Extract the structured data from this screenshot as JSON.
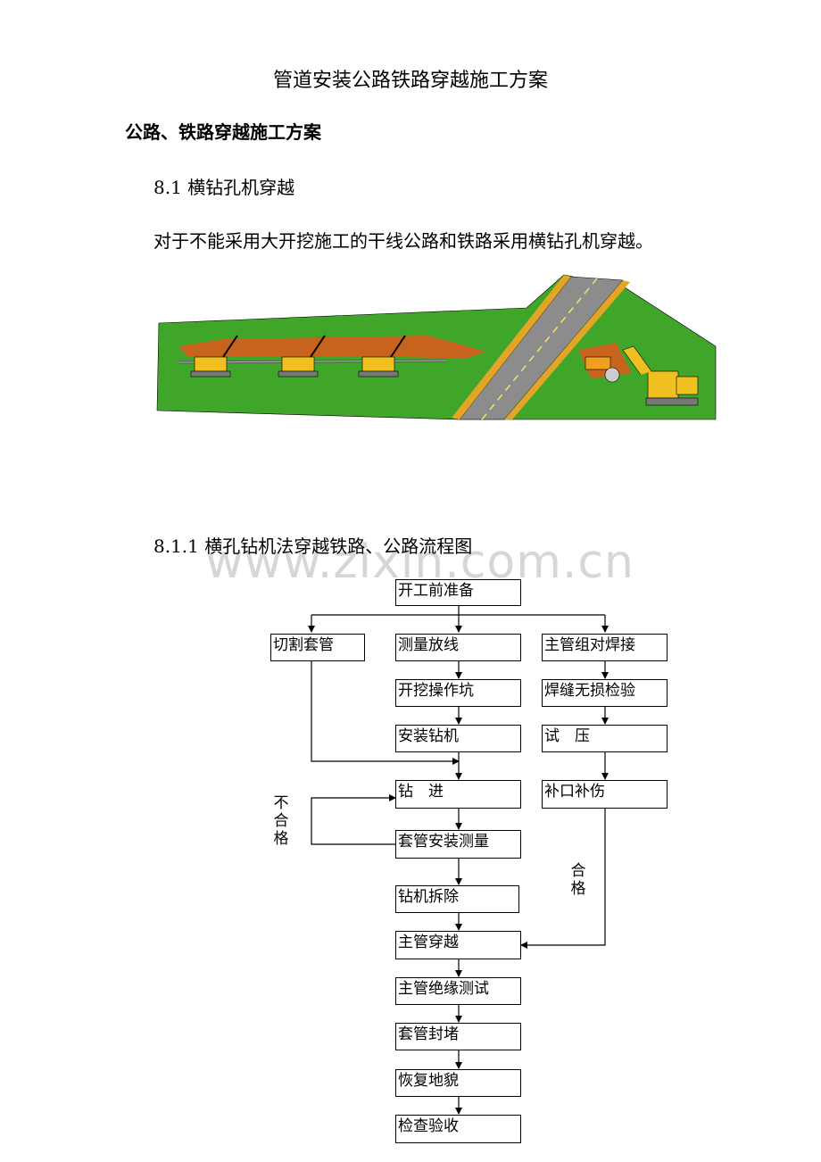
{
  "document": {
    "title": "管道安装公路铁路穿越施工方案",
    "heading1": "公路、铁路穿越施工方案",
    "section_8_1": "8.1 横钻孔机穿越",
    "paragraph": "对于不能采用大开挖施工的干线公路和铁路采用横钻孔机穿越。",
    "section_8_1_1": "8.1.1 横孔钻机法穿越铁路、公路流程图",
    "watermark": "www.zixin.com.cn"
  },
  "colors": {
    "grass": "#3fa62a",
    "road": "#8c8c8c",
    "road_edge": "#e3a526",
    "soil": "#c8631e",
    "machine": "#f0c020"
  },
  "flowchart": {
    "start": "开工前准备",
    "cut_casing": "切割套管",
    "survey": "测量放线",
    "main_pipe_weld": "主管组对焊接",
    "dig_pit": "开挖操作坑",
    "weld_ndt": "焊缝无损检验",
    "install_drill": "安装钻机",
    "pressure_test": "试　压",
    "drilling": "钻　进",
    "repair": "补口补伤",
    "casing_survey": "套管安装测量",
    "remove_drill": "钻机拆除",
    "main_pipe_cross": "主管穿越",
    "insulation_test": "主管绝缘测试",
    "casing_seal": "套管封堵",
    "restore": "恢复地貌",
    "inspect": "检查验收",
    "fail_label": "不合格",
    "pass_label": "合格"
  }
}
